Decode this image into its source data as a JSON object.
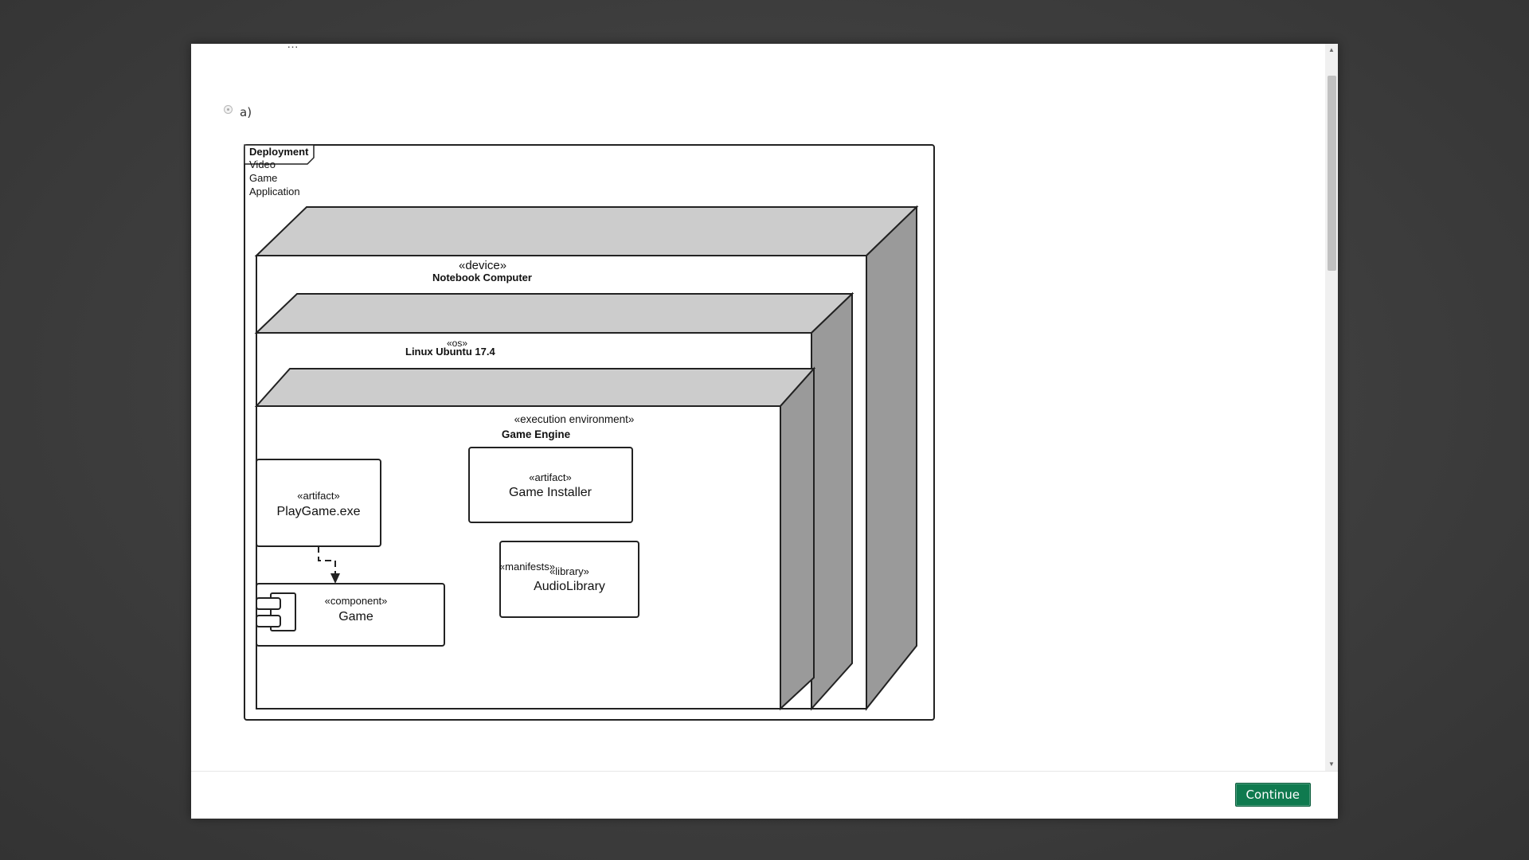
{
  "question": {
    "cut_text": "…"
  },
  "option": {
    "label": "a)"
  },
  "diagram": {
    "frame_tag": "Deployment",
    "frame_name_lines": [
      "Video",
      "Game",
      "Application"
    ],
    "device_stereotype": "«device»",
    "device_name": "Notebook Computer",
    "os_stereotype": "«os»",
    "os_name": "Linux Ubuntu 17.4",
    "env_stereotype": "«execution environment»",
    "env_name": "Game Engine",
    "artifact1_stereotype": "«artifact»",
    "artifact1_name": "PlayGame.exe",
    "artifact2_stereotype": "«artifact»",
    "artifact2_name": "Game Installer",
    "library_stereotype": "«library»",
    "library_name": "AudioLibrary",
    "component_stereotype": "«component»",
    "component_name": "Game",
    "dependency_label": "«manifests»"
  },
  "footer": {
    "continue_label": "Continue"
  },
  "colors": {
    "button": "#0f7a4f",
    "node_top": "#cccccc",
    "node_side": "#9a9a9a",
    "backdrop": "#3f3f3f"
  }
}
